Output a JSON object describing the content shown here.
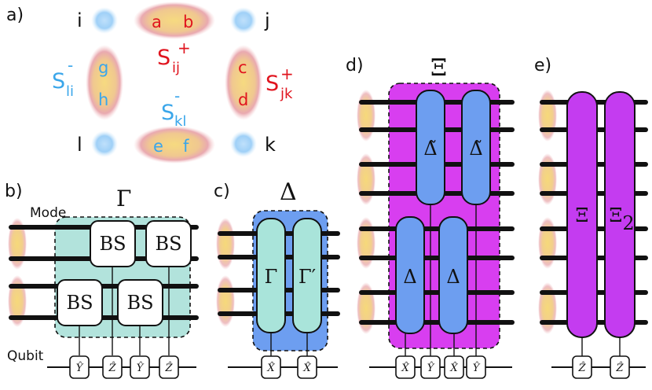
{
  "panels": {
    "a": "a)",
    "b": "b)",
    "c": "c)",
    "d": "d)",
    "e": "e)"
  },
  "panel_a": {
    "corners": {
      "i": "i",
      "j": "j",
      "k": "k",
      "l": "l"
    },
    "top_pair": [
      "a",
      "b"
    ],
    "right_pair": [
      "c",
      "d"
    ],
    "bottom_pair": [
      "e",
      "f"
    ],
    "left_pair": [
      "g",
      "h"
    ],
    "S_ij": {
      "base": "S",
      "sub": "ij",
      "sup": "+"
    },
    "S_jk": {
      "base": "S",
      "sub": "jk",
      "sup": "+"
    },
    "S_kl": {
      "base": "S",
      "sub": "kl",
      "sup": "-"
    },
    "S_li": {
      "base": "S",
      "sub": "li",
      "sup": "-"
    },
    "colors": {
      "red": "#e0141e",
      "blue": "#3aa6ea"
    }
  },
  "panel_b": {
    "title": "Γ",
    "mode_label": "Mode",
    "qubit_label": "Qubit",
    "gates": [
      "BS",
      "BS",
      "BS",
      "BS"
    ],
    "measurements": [
      "Ŷ",
      "Ẑ",
      "Ŷ",
      "Ẑ"
    ],
    "colors": {
      "box": "#b2e3dc"
    }
  },
  "panel_c": {
    "title": "Δ",
    "gates": [
      "Γ",
      "Γ′"
    ],
    "measurements": [
      "X̂",
      "X̂"
    ],
    "colors": {
      "box": "#6d9ef0",
      "gate": "#a9e4da"
    }
  },
  "panel_d": {
    "title": "Ξ",
    "upper_gates": [
      "Δ̃",
      "Δ̃"
    ],
    "lower_gates": [
      "Δ",
      "Δ"
    ],
    "measurements": [
      "X̂",
      "Ŷ",
      "X̂",
      "Ŷ"
    ],
    "colors": {
      "box": "#d83ef0",
      "gate": "#6d9ef0"
    }
  },
  "panel_e": {
    "gates": [
      "Ξ",
      "Ξ"
    ],
    "gate2_subscript": "2",
    "measurements": [
      "Ẑ",
      "Ẑ"
    ],
    "colors": {
      "gate": "#c43cf0"
    }
  }
}
